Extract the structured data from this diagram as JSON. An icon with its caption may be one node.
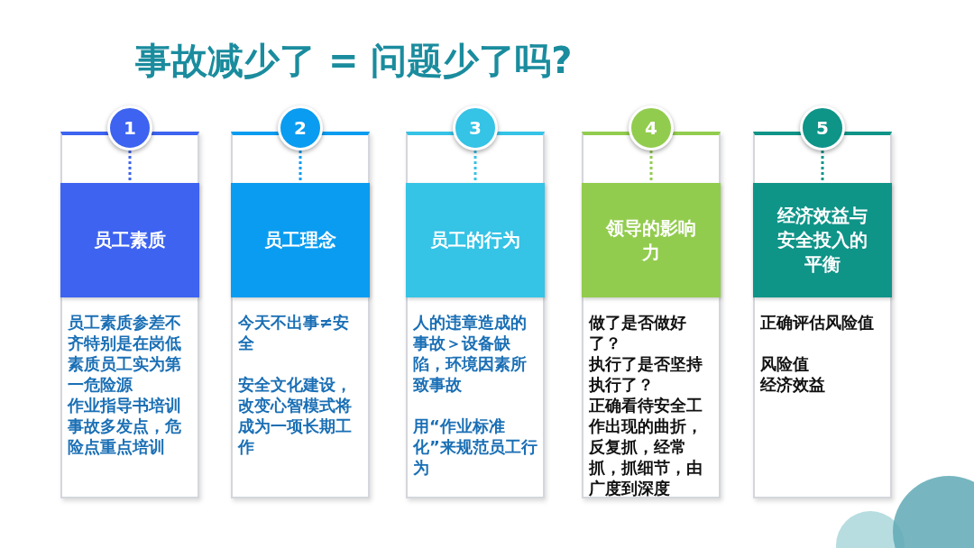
{
  "diagram": {
    "title": "事故减少了 = 问题少了吗?",
    "nodes": [
      {
        "text": [
          "员工素质参差不齐特别是在岗低素质员工实为第一危险源",
          "作业指导书培训事故多发点，危险点重点培训"
        ]
      },
      {
        "text": [
          "1"
        ]
      },
      {
        "text": [
          "员工素质"
        ],
        "in": 0
      },
      {
        "text": [
          "今天不出事≠安全",
          "安全文化建设，改变心智模式将成为一项长期工作"
        ]
      },
      {
        "text": [
          "2"
        ]
      },
      {
        "text": [
          "员工理念"
        ],
        "in": 3
      },
      {
        "text": [
          "人的违章造成的事故＞设备缺陷，环境因素所致事故",
          "用“作业标准化”来规范员工行为"
        ]
      },
      {
        "text": [
          "3"
        ]
      },
      {
        "text": [
          "员工的行为"
        ],
        "in": 6
      },
      {
        "text": [
          "做了是否做好了？",
          "执行了是否坚持执行了？",
          "正确看待安全工作出现的曲折，反复抓，经常抓，抓细节，由广度到深度"
        ]
      },
      {
        "text": [
          "4"
        ]
      },
      {
        "text": [
          "领导的影响力"
        ],
        "in": 9
      },
      {
        "text": [
          "正确评估风险值",
          "风险值",
          "经济效益"
        ]
      },
      {
        "text": [
          "5"
        ]
      },
      {
        "text": [
          "经济效益与安全投入的平衡"
        ],
        "in": 12
      }
    ],
    "edges": [
      {
        "from": 1,
        "to": 2,
        "arrow": "none",
        "style": "dashed",
        "color": "#3d63f0"
      },
      {
        "from": 4,
        "to": 5,
        "arrow": "none",
        "style": "dashed",
        "color": "#0a9cf0"
      },
      {
        "from": 7,
        "to": 8,
        "arrow": "none",
        "style": "dashed",
        "color": "#35c3e6"
      },
      {
        "from": 10,
        "to": 11,
        "arrow": "none",
        "style": "dashed",
        "color": "#92cc4e"
      },
      {
        "from": 13,
        "to": 14,
        "arrow": "none",
        "style": "dashed",
        "color": "#0f9488"
      }
    ]
  }
}
